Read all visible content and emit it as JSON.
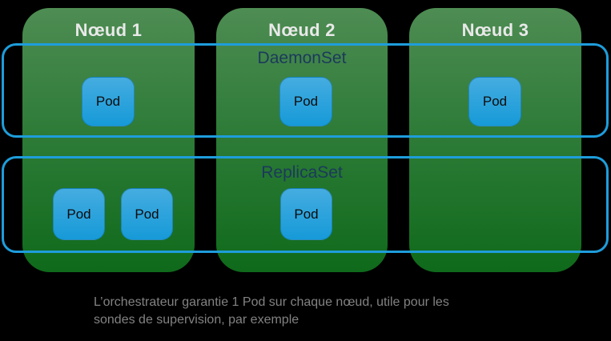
{
  "nodes": [
    {
      "title": "Nœud 1"
    },
    {
      "title": "Nœud 2"
    },
    {
      "title": "Nœud 3"
    }
  ],
  "sets": [
    {
      "label": "DaemonSet",
      "pods_per_node": [
        1,
        1,
        1
      ]
    },
    {
      "label": "ReplicaSet",
      "pods_per_node": [
        2,
        1,
        0
      ]
    }
  ],
  "pod_label": "Pod",
  "caption": {
    "line1": "L’orchestrateur garantie 1 Pod sur chaque nœud, utile pour les",
    "line2": "sondes de supervision, par exemple"
  },
  "colors": {
    "background": "#000000",
    "node_green_top": "#4E8C53",
    "node_green_bottom": "#0F6A1B",
    "node_title_text": "#E9E9E9",
    "set_outline_blue": "#1E9DDB",
    "set_label_navy": "#1B3A5C",
    "pod_blue_top": "#45ACE0",
    "pod_blue_bottom": "#169AD8",
    "pod_text": "#0B0B0B",
    "caption_gray": "#828282"
  }
}
